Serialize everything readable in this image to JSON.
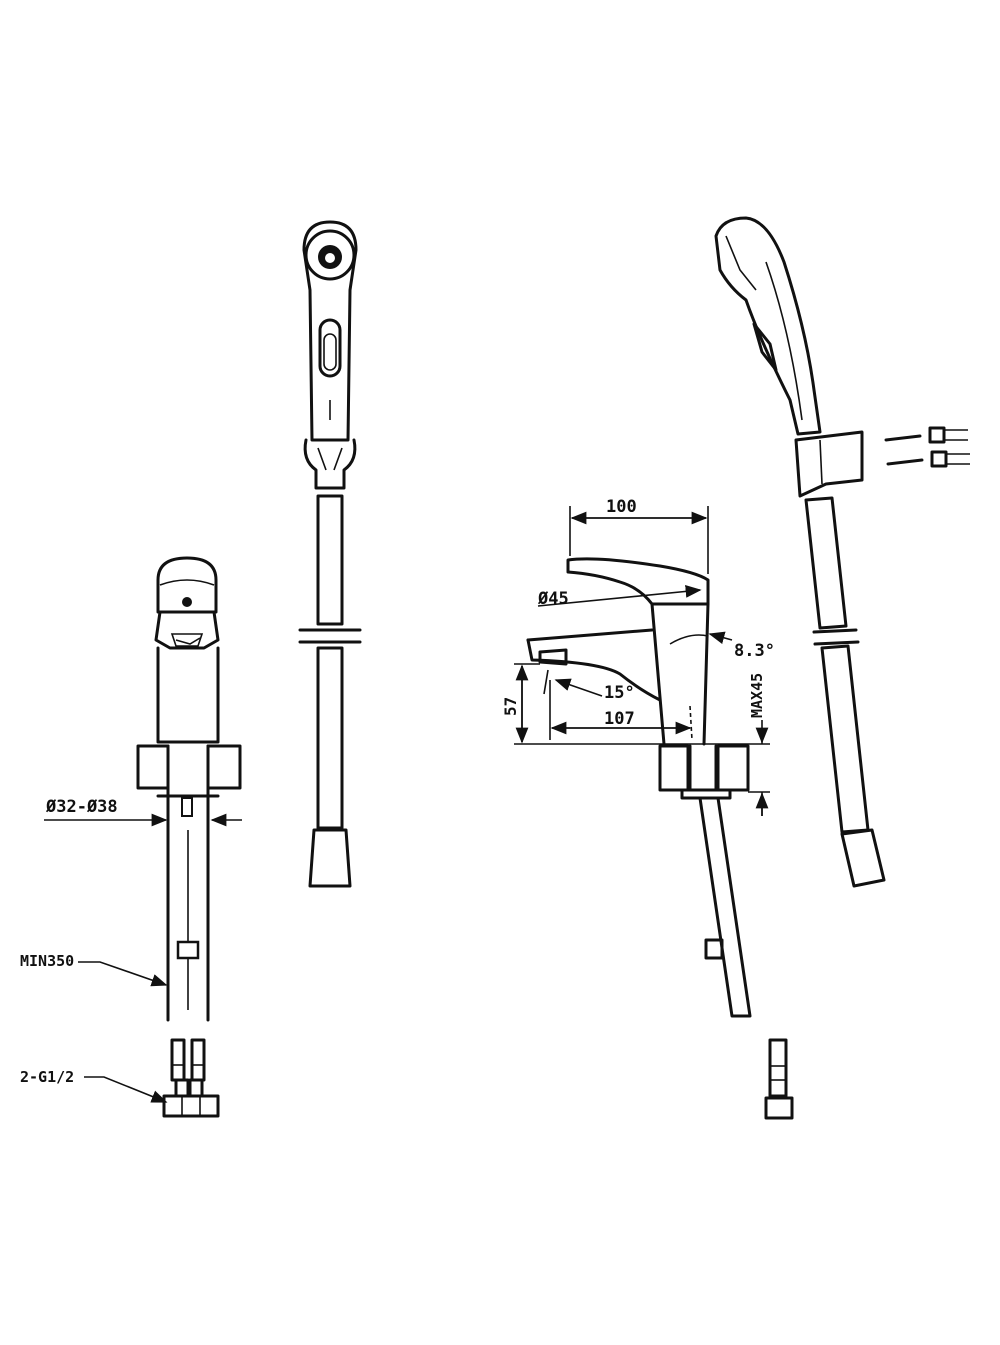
{
  "dimensions": {
    "spout_reach_top": "100",
    "body_diameter": "Ø45",
    "handle_angle": "8.3°",
    "spout_angle": "15°",
    "spout_height": "57",
    "spout_reach": "107",
    "max_counter_thickness": "MAX45",
    "hole_diameter": "Ø32-Ø38",
    "hose_min_length": "MIN350",
    "connection_thread": "2-G1/2"
  },
  "colors": {
    "line": "#111111",
    "background": "#ffffff"
  }
}
